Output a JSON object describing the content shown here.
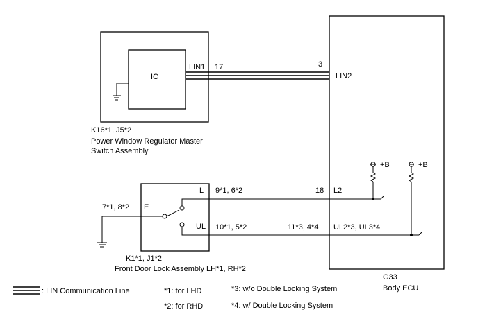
{
  "master_switch": {
    "ic_label": "IC",
    "pin_name": "LIN1",
    "pin_number": "17",
    "connector": "K16*1, J5*2",
    "name_line1": "Power Window Regulator Master",
    "name_line2": "Switch Assembly"
  },
  "body_ecu": {
    "lin_pin_number": "3",
    "lin_pin_name": "LIN2",
    "l2_pin_number": "18",
    "l2_pin_name": "L2",
    "ul_pin_numbers": "11*3, 4*4",
    "ul_pin_names": "UL2*3, UL3*4",
    "supply1": "+B",
    "supply2": "+B",
    "connector": "G33",
    "name": "Body ECU"
  },
  "door_lock": {
    "e_pin_numbers": "7*1, 8*2",
    "e_label": "E",
    "l_label": "L",
    "l_pin_numbers": "9*1, 6*2",
    "ul_label": "UL",
    "ul_pin_numbers": "10*1, 5*2",
    "connector": "K1*1, J1*2",
    "name": "Front Door Lock Assembly LH*1, RH*2"
  },
  "legend": {
    "lin_line": ": LIN Communication Line",
    "note1": "*1: for LHD",
    "note2": "*2: for RHD",
    "note3": "*3: w/o Double Locking System",
    "note4": "*4: w/ Double Locking System"
  }
}
